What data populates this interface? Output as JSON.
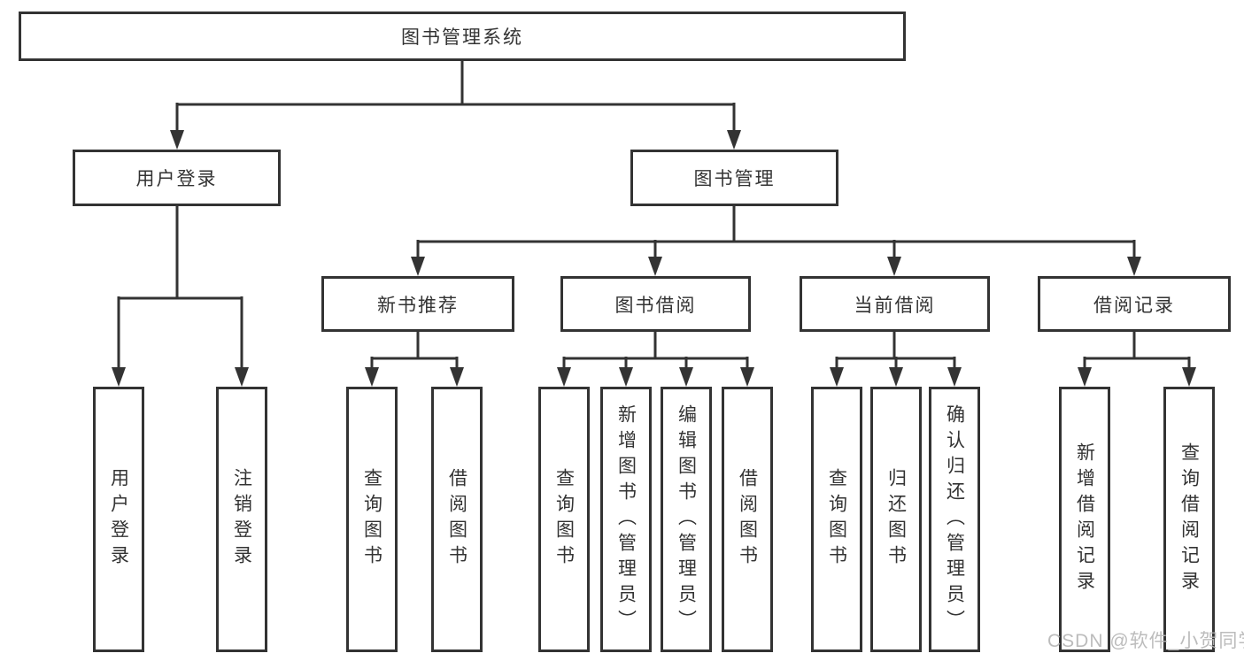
{
  "tree": {
    "root": {
      "label": "图书管理系统"
    },
    "level2": [
      {
        "label": "用户登录",
        "children": [
          {
            "label": "用户登录"
          },
          {
            "label": "注销登录"
          }
        ]
      },
      {
        "label": "图书管理",
        "children": [
          {
            "label": "新书推荐",
            "children": [
              {
                "label": "查询图书"
              },
              {
                "label": "借阅图书"
              }
            ]
          },
          {
            "label": "图书借阅",
            "children": [
              {
                "label": "查询图书"
              },
              {
                "label": "新增图书（管理员）"
              },
              {
                "label": "编辑图书（管理员）"
              },
              {
                "label": "借阅图书"
              }
            ]
          },
          {
            "label": "当前借阅",
            "children": [
              {
                "label": "查询图书"
              },
              {
                "label": "归还图书"
              },
              {
                "label": "确认归还（管理员）"
              }
            ]
          },
          {
            "label": "借阅记录",
            "children": [
              {
                "label": "新增借阅记录"
              },
              {
                "label": "查询借阅记录"
              }
            ]
          }
        ]
      }
    ]
  },
  "watermark": {
    "text": "CSDN @软件_小贺同学"
  },
  "colors": {
    "line": "#333333",
    "text": "#333333",
    "background": "#ffffff",
    "watermark": "#b5b5b5"
  }
}
